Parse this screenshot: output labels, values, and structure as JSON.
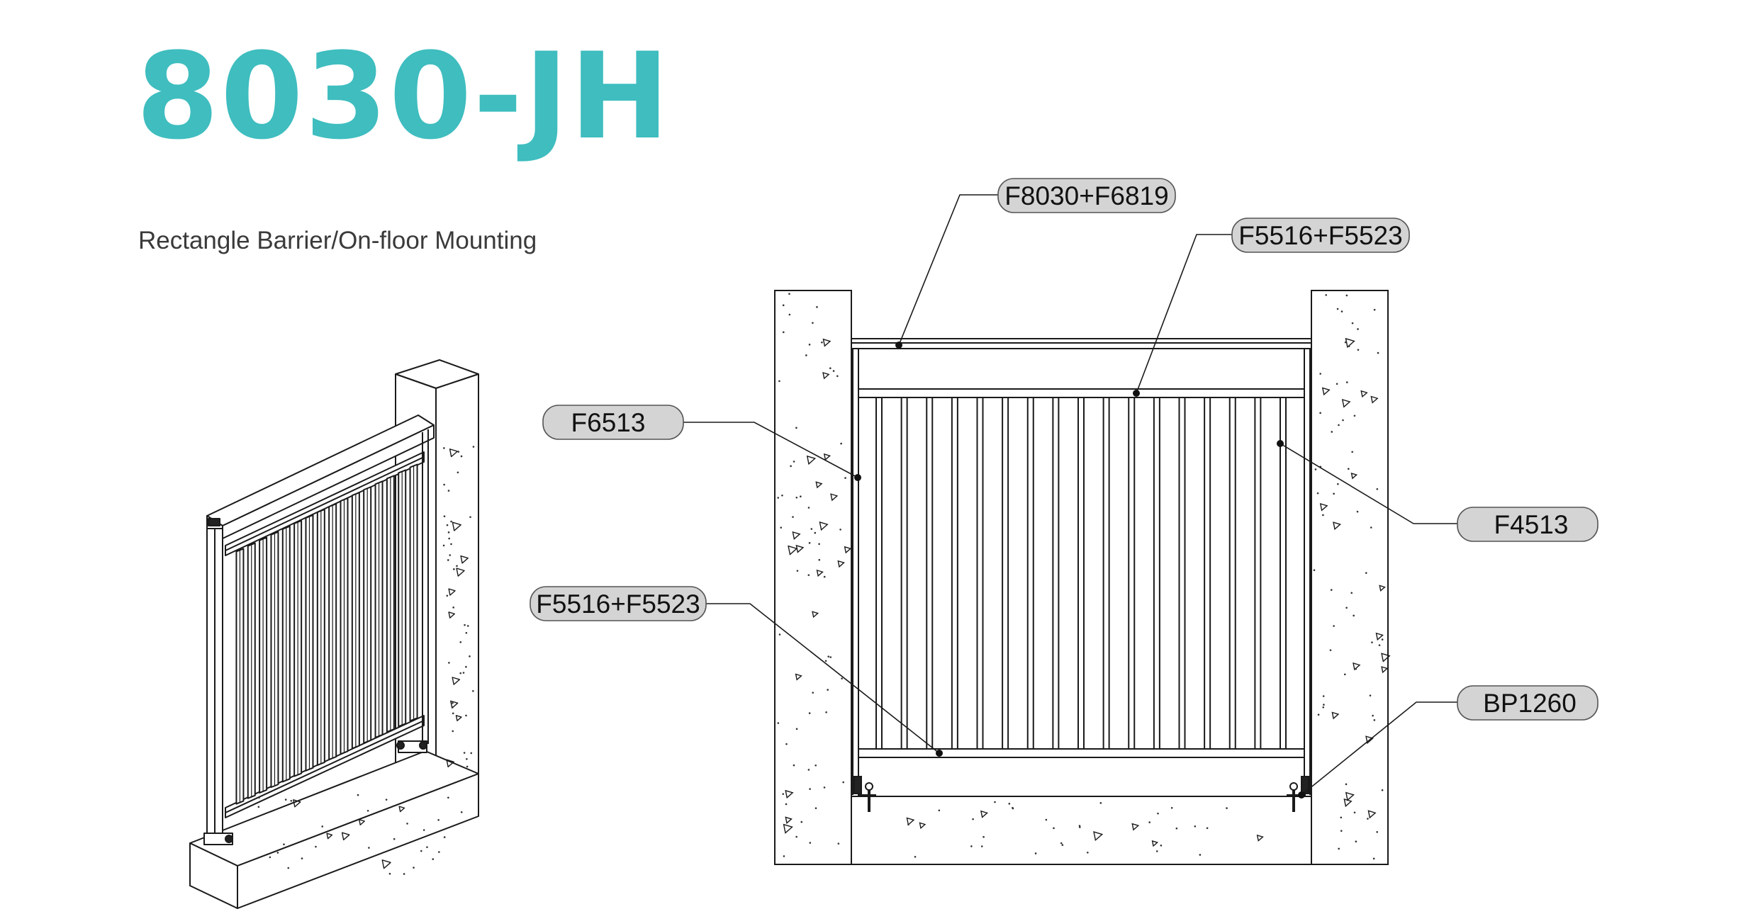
{
  "header": {
    "title": "8030-JH",
    "subtitle": "Rectangle Barrier/On-floor Mounting"
  },
  "colors": {
    "title": "#3fbdbf",
    "callout_fill": "#d4d4d4",
    "line": "#1a1a1a"
  },
  "callouts": {
    "top_rail": "F8030+F6819",
    "upper_rail": "F5516+F5523",
    "post": "F6513",
    "picket": "F4513",
    "bottom_rail": "F5516+F5523",
    "base_plate": "BP1260"
  }
}
